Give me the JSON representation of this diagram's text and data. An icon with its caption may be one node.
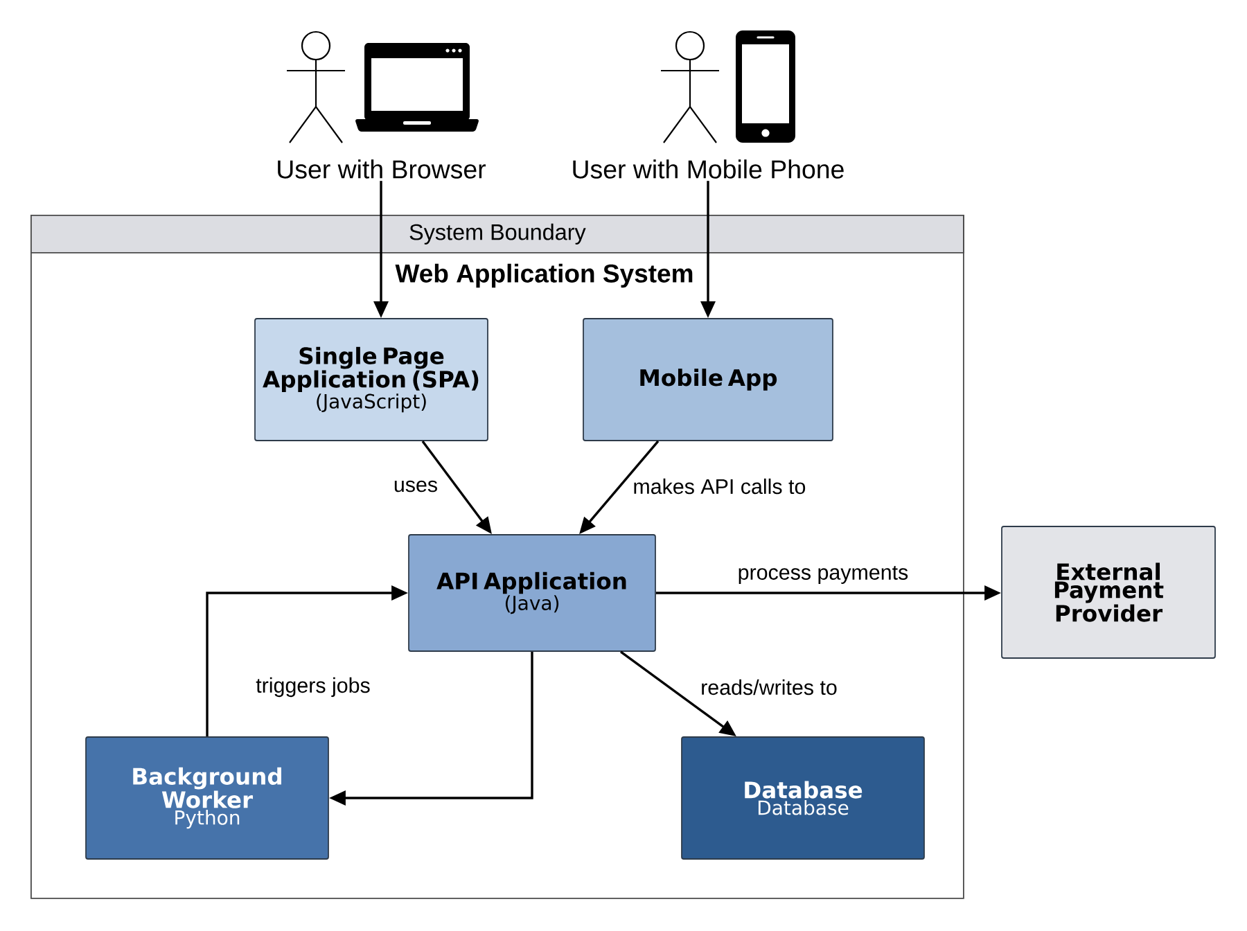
{
  "diagram": {
    "nodes": [
      {
        "text": [
          "System Boundary",
          "Web Application System"
        ]
      },
      {
        "text": [
          "User with Browser"
        ]
      },
      {
        "text": [
          "User with Mobile Phone"
        ]
      },
      {
        "text": [
          "Single Page Application (SPA)",
          "(JavaScript)"
        ],
        "in": 0
      },
      {
        "text": [
          "Mobile App"
        ],
        "in": 0
      },
      {
        "text": [
          "API Application",
          "(Java)"
        ],
        "in": 0
      },
      {
        "text": [
          "Background Worker",
          "Python"
        ],
        "in": 0
      },
      {
        "text": [
          "Database",
          "Database"
        ],
        "in": 0
      },
      {
        "text": [
          "External Payment Provider"
        ]
      }
    ],
    "edges": [
      {
        "from": 1,
        "to": 3,
        "arrow": "to"
      },
      {
        "from": 2,
        "to": 4,
        "arrow": "to"
      },
      {
        "from": 3,
        "to": 5,
        "arrow": "to",
        "label": "uses"
      },
      {
        "from": 4,
        "to": 5,
        "arrow": "to",
        "label": "makes API calls to"
      },
      {
        "from": 5,
        "to": 8,
        "arrow": "to",
        "label": "process payments"
      },
      {
        "from": 5,
        "to": 7,
        "arrow": "to",
        "label": "reads/writes to"
      },
      {
        "from": 6,
        "to": 5,
        "arrow": "to",
        "label": "triggers jobs"
      },
      {
        "from": 5,
        "to": 6,
        "arrow": "to"
      }
    ]
  }
}
